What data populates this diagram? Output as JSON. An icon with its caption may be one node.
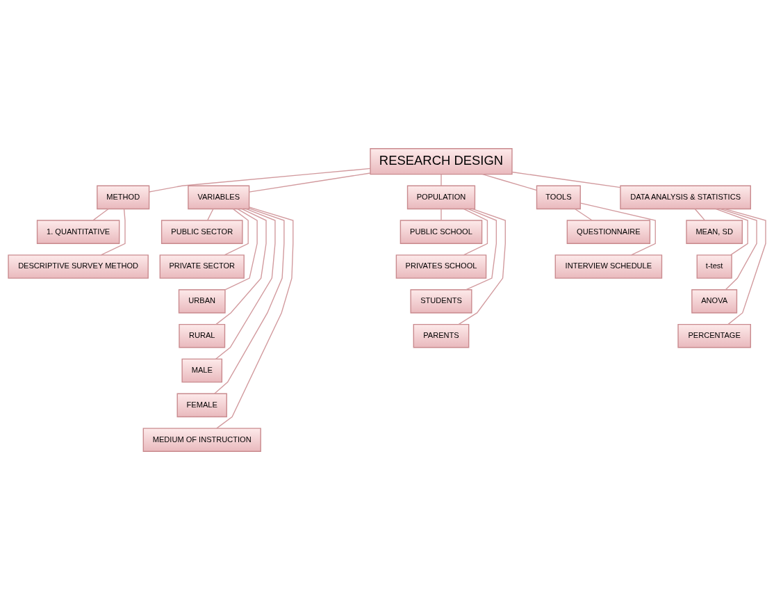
{
  "diagram": {
    "nodes": [
      {
        "text": [
          "RESEARCH DESIGN"
        ]
      },
      {
        "text": [
          "METHOD"
        ]
      },
      {
        "text": [
          "1. QUANTITATIVE"
        ]
      },
      {
        "text": [
          "DESCRIPTIVE SURVEY METHOD"
        ]
      },
      {
        "text": [
          "VARIABLES"
        ]
      },
      {
        "text": [
          "PUBLIC SECTOR"
        ]
      },
      {
        "text": [
          "PRIVATE SECTOR"
        ]
      },
      {
        "text": [
          "URBAN"
        ]
      },
      {
        "text": [
          "RURAL"
        ]
      },
      {
        "text": [
          "MALE"
        ]
      },
      {
        "text": [
          "FEMALE"
        ]
      },
      {
        "text": [
          "MEDIUM OF INSTRUCTION"
        ]
      },
      {
        "text": [
          "POPULATION"
        ]
      },
      {
        "text": [
          "PUBLIC SCHOOL"
        ]
      },
      {
        "text": [
          "PRIVATES SCHOOL"
        ]
      },
      {
        "text": [
          "STUDENTS"
        ]
      },
      {
        "text": [
          "PARENTS"
        ]
      },
      {
        "text": [
          "TOOLS"
        ]
      },
      {
        "text": [
          "QUESTIONNAIRE"
        ]
      },
      {
        "text": [
          "INTERVIEW SCHEDULE"
        ]
      },
      {
        "text": [
          "DATA ANALYSIS & STATISTICS"
        ]
      },
      {
        "text": [
          "MEAN, SD"
        ]
      },
      {
        "text": [
          "t-test"
        ]
      },
      {
        "text": [
          "ANOVA"
        ]
      },
      {
        "text": [
          "PERCENTAGE"
        ]
      }
    ],
    "edges": [
      {
        "from": 0,
        "to": 1,
        "arrow": "none"
      },
      {
        "from": 0,
        "to": 4,
        "arrow": "none"
      },
      {
        "from": 0,
        "to": 12,
        "arrow": "none"
      },
      {
        "from": 0,
        "to": 17,
        "arrow": "none"
      },
      {
        "from": 0,
        "to": 20,
        "arrow": "none"
      },
      {
        "from": 1,
        "to": 2,
        "arrow": "none"
      },
      {
        "from": 1,
        "to": 3,
        "arrow": "none"
      },
      {
        "from": 4,
        "to": 5,
        "arrow": "none"
      },
      {
        "from": 4,
        "to": 6,
        "arrow": "none"
      },
      {
        "from": 4,
        "to": 7,
        "arrow": "none"
      },
      {
        "from": 4,
        "to": 8,
        "arrow": "none"
      },
      {
        "from": 4,
        "to": 9,
        "arrow": "none"
      },
      {
        "from": 4,
        "to": 10,
        "arrow": "none"
      },
      {
        "from": 4,
        "to": 11,
        "arrow": "none"
      },
      {
        "from": 12,
        "to": 13,
        "arrow": "none"
      },
      {
        "from": 12,
        "to": 14,
        "arrow": "none"
      },
      {
        "from": 12,
        "to": 15,
        "arrow": "none"
      },
      {
        "from": 12,
        "to": 16,
        "arrow": "none"
      },
      {
        "from": 17,
        "to": 18,
        "arrow": "none"
      },
      {
        "from": 17,
        "to": 19,
        "arrow": "none"
      },
      {
        "from": 20,
        "to": 21,
        "arrow": "none"
      },
      {
        "from": 20,
        "to": 22,
        "arrow": "none"
      },
      {
        "from": 20,
        "to": 23,
        "arrow": "none"
      },
      {
        "from": 20,
        "to": 24,
        "arrow": "none"
      }
    ]
  }
}
